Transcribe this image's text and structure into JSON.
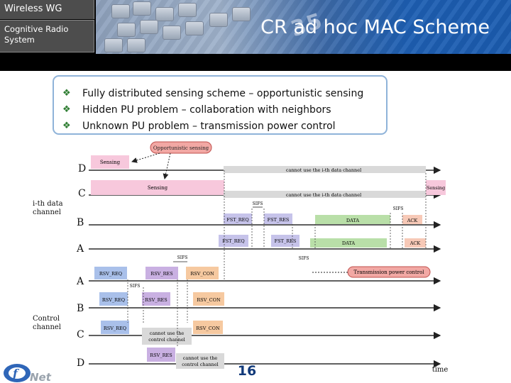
{
  "header": {
    "tag_top": "Wireless WG",
    "tag_bottom_line1": "Cognitive Radio",
    "tag_bottom_line2": "System",
    "title": "CR ad hoc MAC Scheme"
  },
  "bullets": [
    "Fully distributed sensing scheme – opportunistic sensing",
    "Hidden PU problem – collaboration with neighbors",
    "Unknown PU problem – transmission power control"
  ],
  "diagram": {
    "callouts": {
      "opportunistic": "Opportunistic sensing",
      "tx_power": "Transmission power control"
    },
    "left_labels": {
      "data_channel_1": "i-th data",
      "data_channel_2": "channel",
      "control_channel_1": "Control",
      "control_channel_2": "channel"
    },
    "nodes": {
      "d1": "D",
      "c1": "C",
      "b1": "B",
      "a1": "A",
      "a2": "A",
      "b2": "B",
      "c2": "C",
      "d2": "D"
    },
    "blocks": {
      "sensing_d": "Sensing",
      "sensing_c": "Sensing",
      "sensing_c_right": "Sensing",
      "cannot_use_d": "cannot use the i-th data channel",
      "cannot_use_c": "cannot use the i-th data channel",
      "fst_req_b": "FST_REQ",
      "fst_res_b": "FST_RES",
      "data_b": "DATA",
      "ack_b": "ACK",
      "fst_req_a": "FST_REQ",
      "fst_res_a": "FST_RES",
      "data_a": "DATA",
      "ack_a": "ACK",
      "sifs_1": "SIFS",
      "sifs_2": "SIFS",
      "sifs_3": "SIFS",
      "sifs_4": "SIFS",
      "sifs_5": "SIFS",
      "rsv_req_a": "RSV_REQ",
      "rsv_res_a": "RSV_RES",
      "rsv_con_a": "RSV_CON",
      "rsv_req_b": "RSV_REQ",
      "rsv_res_b": "RSV_RES",
      "rsv_con_b": "RSV_CON",
      "rsv_req_c": "RSV_REQ",
      "rsv_con_c": "RSV_CON",
      "rsv_res_d": "RSV_RES",
      "cannot_ctrl_c_1": "cannot use the",
      "cannot_ctrl_c_2": "control channel",
      "cannot_ctrl_d_1": "cannot use the",
      "cannot_ctrl_d_2": "control channel"
    },
    "time_label": "time"
  },
  "footer": {
    "logo_text": "Net",
    "page_number": "16"
  },
  "colors": {
    "header_bg": "#000000",
    "tag_bg": "#4d4d4d",
    "pink_block": "#f7c8dc",
    "fst_block": "#c6c3ea",
    "data_block": "#b9dfa8",
    "ack_block": "#f7c9b7",
    "rsv_req_block": "#a9c0ea",
    "rsv_res_block": "#c9b0e2",
    "rsv_con_block": "#f6c9a0",
    "callout_fill": "#f2a8a4",
    "bullet_border": "#8fb3d9"
  }
}
